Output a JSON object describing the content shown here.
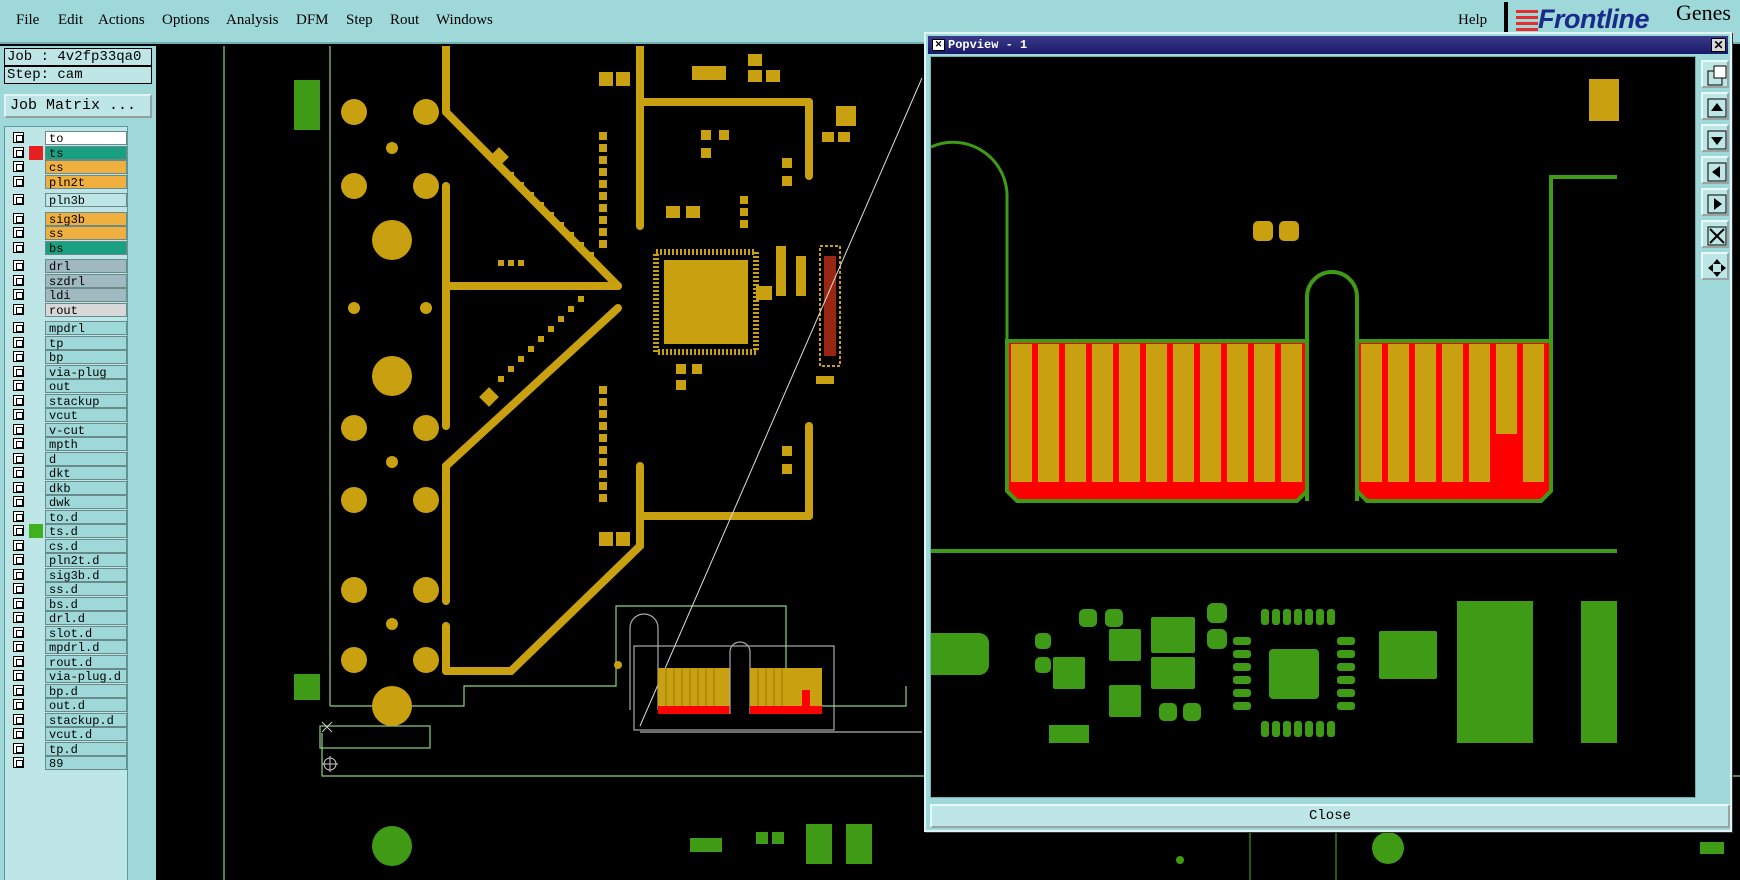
{
  "menu": {
    "items": [
      "File",
      "Edit",
      "Actions",
      "Options",
      "Analysis",
      "DFM",
      "Step",
      "Rout",
      "Windows"
    ],
    "help": "Help",
    "logo": "Frontline",
    "product": "Genes"
  },
  "panel": {
    "job": "Job : 4v2fp33qa0",
    "step": "Step: cam",
    "job_matrix": "Job Matrix ..."
  },
  "layers": [
    {
      "name": "to",
      "color": "#ffffff"
    },
    {
      "name": "ts",
      "color": "#1aa080",
      "marker": "#e62020"
    },
    {
      "name": "cs",
      "color": "#f0b040"
    },
    {
      "name": "pln2t",
      "color": "#f0b040"
    },
    {
      "name": "pln3b",
      "color": "#bfe6e6"
    },
    {
      "name": "sig3b",
      "color": "#f0b040"
    },
    {
      "name": "ss",
      "color": "#f0b040"
    },
    {
      "name": "bs",
      "color": "#1aa080"
    },
    {
      "name": "drl",
      "color": "#a0b8c0"
    },
    {
      "name": "szdrl",
      "color": "#a0b8c0"
    },
    {
      "name": "ldi",
      "color": "#a0b8c0"
    },
    {
      "name": "rout",
      "color": "#d8d8d8"
    },
    {
      "name": "mpdrl",
      "color": "#9fd8d8"
    },
    {
      "name": "tp",
      "color": "#9fd8d8"
    },
    {
      "name": "bp",
      "color": "#9fd8d8"
    },
    {
      "name": "via-plug",
      "color": "#9fd8d8"
    },
    {
      "name": "out",
      "color": "#9fd8d8"
    },
    {
      "name": "stackup",
      "color": "#9fd8d8"
    },
    {
      "name": "vcut",
      "color": "#9fd8d8"
    },
    {
      "name": "v-cut",
      "color": "#9fd8d8"
    },
    {
      "name": "mpth",
      "color": "#9fd8d8"
    },
    {
      "name": "d",
      "color": "#9fd8d8"
    },
    {
      "name": "dkt",
      "color": "#9fd8d8"
    },
    {
      "name": "dkb",
      "color": "#9fd8d8"
    },
    {
      "name": "dwk",
      "color": "#9fd8d8"
    },
    {
      "name": "to.d",
      "color": "#9fd8d8"
    },
    {
      "name": "ts.d",
      "color": "#9fd8d8",
      "marker": "#40b020"
    },
    {
      "name": "cs.d",
      "color": "#9fd8d8"
    },
    {
      "name": "pln2t.d",
      "color": "#9fd8d8"
    },
    {
      "name": "sig3b.d",
      "color": "#9fd8d8"
    },
    {
      "name": "ss.d",
      "color": "#9fd8d8"
    },
    {
      "name": "bs.d",
      "color": "#9fd8d8"
    },
    {
      "name": "drl.d",
      "color": "#9fd8d8"
    },
    {
      "name": "slot.d",
      "color": "#9fd8d8"
    },
    {
      "name": "mpdrl.d",
      "color": "#9fd8d8"
    },
    {
      "name": "rout.d",
      "color": "#9fd8d8"
    },
    {
      "name": "via-plug.d",
      "color": "#9fd8d8"
    },
    {
      "name": "bp.d",
      "color": "#9fd8d8"
    },
    {
      "name": "out.d",
      "color": "#9fd8d8"
    },
    {
      "name": "stackup.d",
      "color": "#9fd8d8"
    },
    {
      "name": "vcut.d",
      "color": "#9fd8d8"
    },
    {
      "name": "tp.d",
      "color": "#9fd8d8"
    },
    {
      "name": "89",
      "color": "#9fd8d8"
    }
  ],
  "popview": {
    "title": "Popview - 1",
    "close_label": "Close",
    "tools": [
      "zoom-in-icon",
      "pan-up-icon",
      "pan-down-icon",
      "pan-left-icon",
      "pan-right-icon",
      "zoom-fit-icon",
      "zoom-home-icon"
    ]
  },
  "colors": {
    "ui_bg": "#9fd8d8",
    "copper_top": "#c8a010",
    "solder_mask": "#3f9a16",
    "highlight": "#ff0000"
  }
}
